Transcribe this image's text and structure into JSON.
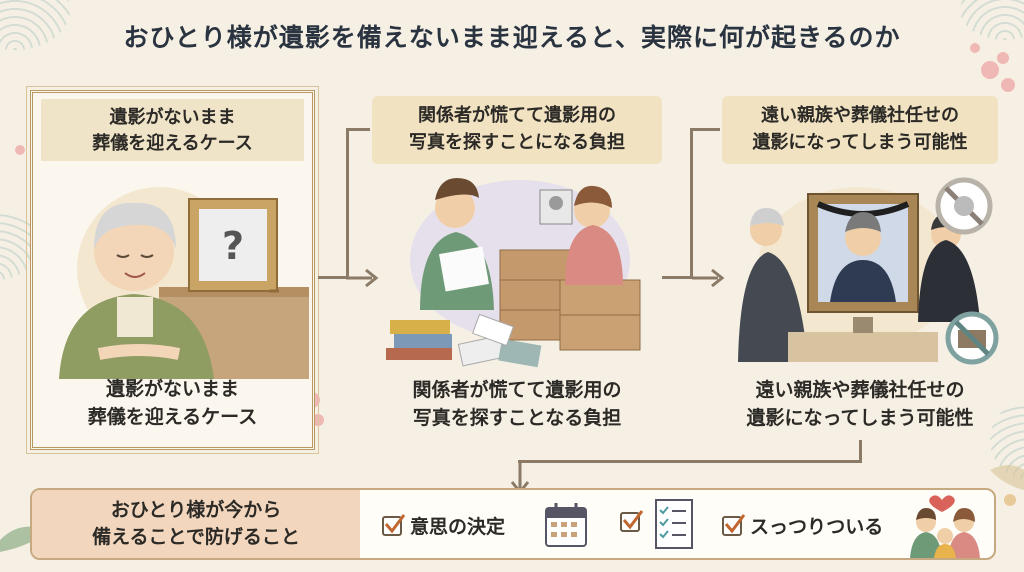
{
  "title": "おひとり様が遺影を備えないまま迎えると、実際に何が起きるのか",
  "panel1": {
    "header_line1": "遺影がないまま",
    "header_line2": "葬儀を迎えるケース",
    "caption_line1": "遺影がないまま",
    "caption_line2": "葬儀を迎えるケース",
    "frame_mark": "?"
  },
  "panel2": {
    "header_line1": "関係者が慌てて遺影用の",
    "header_line2": "写真を探すことになる負担",
    "caption_line1": "関係者が慌てて遺影用の",
    "caption_line2": "写真を探すことなる負担"
  },
  "panel3": {
    "header_line1": "遠い親族や葬儀社任せの",
    "header_line2": "遺影になってしまう可能性",
    "caption_line1": "遠い親族や葬儀社任せの",
    "caption_line2": "遺影になってしまう可能性"
  },
  "bottom": {
    "label_line1": "おひとり様が今から",
    "label_line2": "備えることで防げること",
    "items": [
      {
        "label": "意思の決定",
        "icon": "calendar-icon"
      },
      {
        "label": "",
        "icon": "checklist-icon"
      },
      {
        "label": "スっつりついる",
        "icon": "family-icon"
      }
    ]
  },
  "colors": {
    "background": "#f6f0e4",
    "title": "#2a3340",
    "header_fill": "#f1e2c2",
    "bottom_label_fill": "#f2d6bd",
    "arrow": "#8a7a66",
    "frame_gold": "#b9985f"
  }
}
